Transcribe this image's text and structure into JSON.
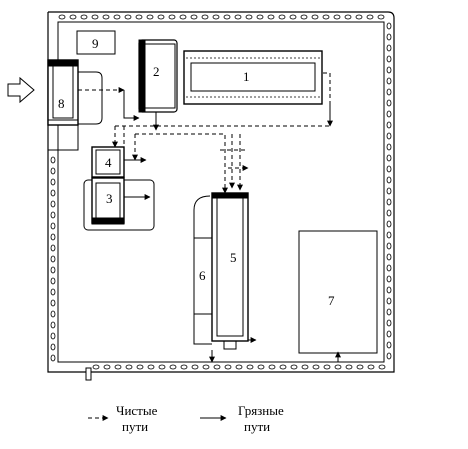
{
  "labels": {
    "n1": "1",
    "n2": "2",
    "n3": "3",
    "n4": "4",
    "n5": "5",
    "n6": "6",
    "n7": "7",
    "n8": "8",
    "n9": "9"
  },
  "legend": {
    "clean_line1": "Чистые",
    "clean_line2": "пути",
    "dirty_line1": "Грязные",
    "dirty_line2": "пути"
  },
  "colors": {
    "ink": "#000000",
    "background": "#ffffff"
  }
}
